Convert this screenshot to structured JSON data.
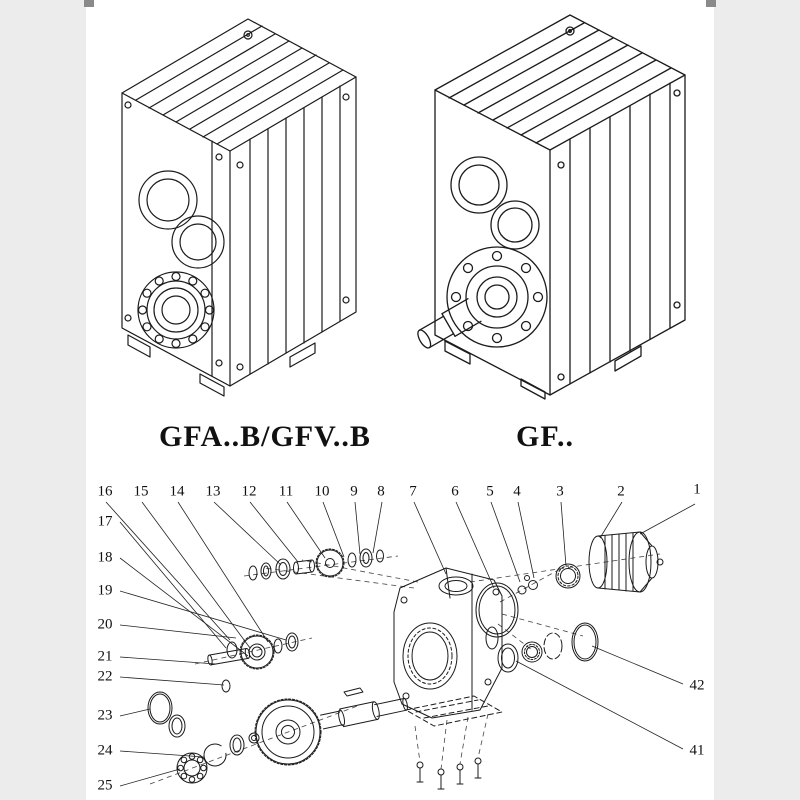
{
  "header_drawings": {
    "left_model_label": "GFA..B/GFV..B",
    "right_model_label": "GF.."
  },
  "exploded_view": {
    "top_row_labels": [
      "16",
      "15",
      "14",
      "13",
      "12",
      "11",
      "10",
      "9",
      "8",
      "7",
      "6",
      "5",
      "4",
      "3",
      "2",
      "1"
    ],
    "left_column_labels": [
      "17",
      "18",
      "19",
      "20",
      "21",
      "22",
      "23",
      "24",
      "25"
    ],
    "right_column_labels": [
      "42",
      "41"
    ]
  },
  "colors": {
    "line": "#1b1b1b",
    "background": "#ffffff",
    "edge_band": "#ececec"
  }
}
